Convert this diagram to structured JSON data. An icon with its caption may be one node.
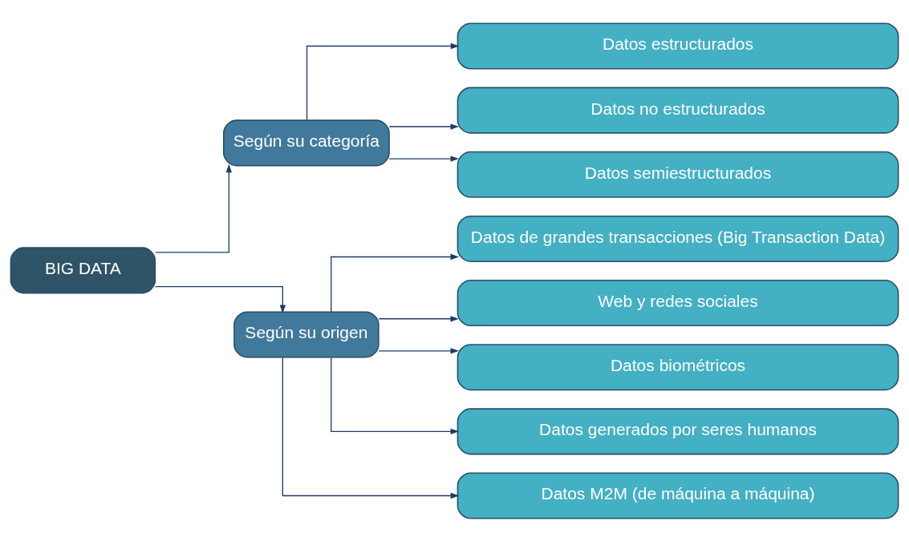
{
  "diagram": {
    "nodes": [
      {
        "text": [
          "BIG DATA"
        ]
      },
      {
        "text": [
          "Según su categoría"
        ]
      },
      {
        "text": [
          "Según su origen"
        ]
      },
      {
        "text": [
          "Datos estructurados"
        ]
      },
      {
        "text": [
          "Datos no estructurados"
        ]
      },
      {
        "text": [
          "Datos semiestructurados"
        ]
      },
      {
        "text": [
          "Datos de grandes transacciones (Big Transaction Data)"
        ]
      },
      {
        "text": [
          "Web y redes sociales"
        ]
      },
      {
        "text": [
          "Datos biométricos"
        ]
      },
      {
        "text": [
          "Datos generados por seres humanos"
        ]
      },
      {
        "text": [
          "Datos M2M (de máquina a máquina)"
        ]
      }
    ],
    "edges": [
      {
        "from": 0,
        "to": 1,
        "arrow": "to"
      },
      {
        "from": 0,
        "to": 2,
        "arrow": "to"
      },
      {
        "from": 1,
        "to": 3,
        "arrow": "to"
      },
      {
        "from": 1,
        "to": 4,
        "arrow": "to"
      },
      {
        "from": 1,
        "to": 5,
        "arrow": "to"
      },
      {
        "from": 2,
        "to": 6,
        "arrow": "to"
      },
      {
        "from": 2,
        "to": 7,
        "arrow": "to"
      },
      {
        "from": 2,
        "to": 8,
        "arrow": "to"
      },
      {
        "from": 2,
        "to": 9,
        "arrow": "to"
      },
      {
        "from": 2,
        "to": 10,
        "arrow": "to"
      }
    ]
  }
}
